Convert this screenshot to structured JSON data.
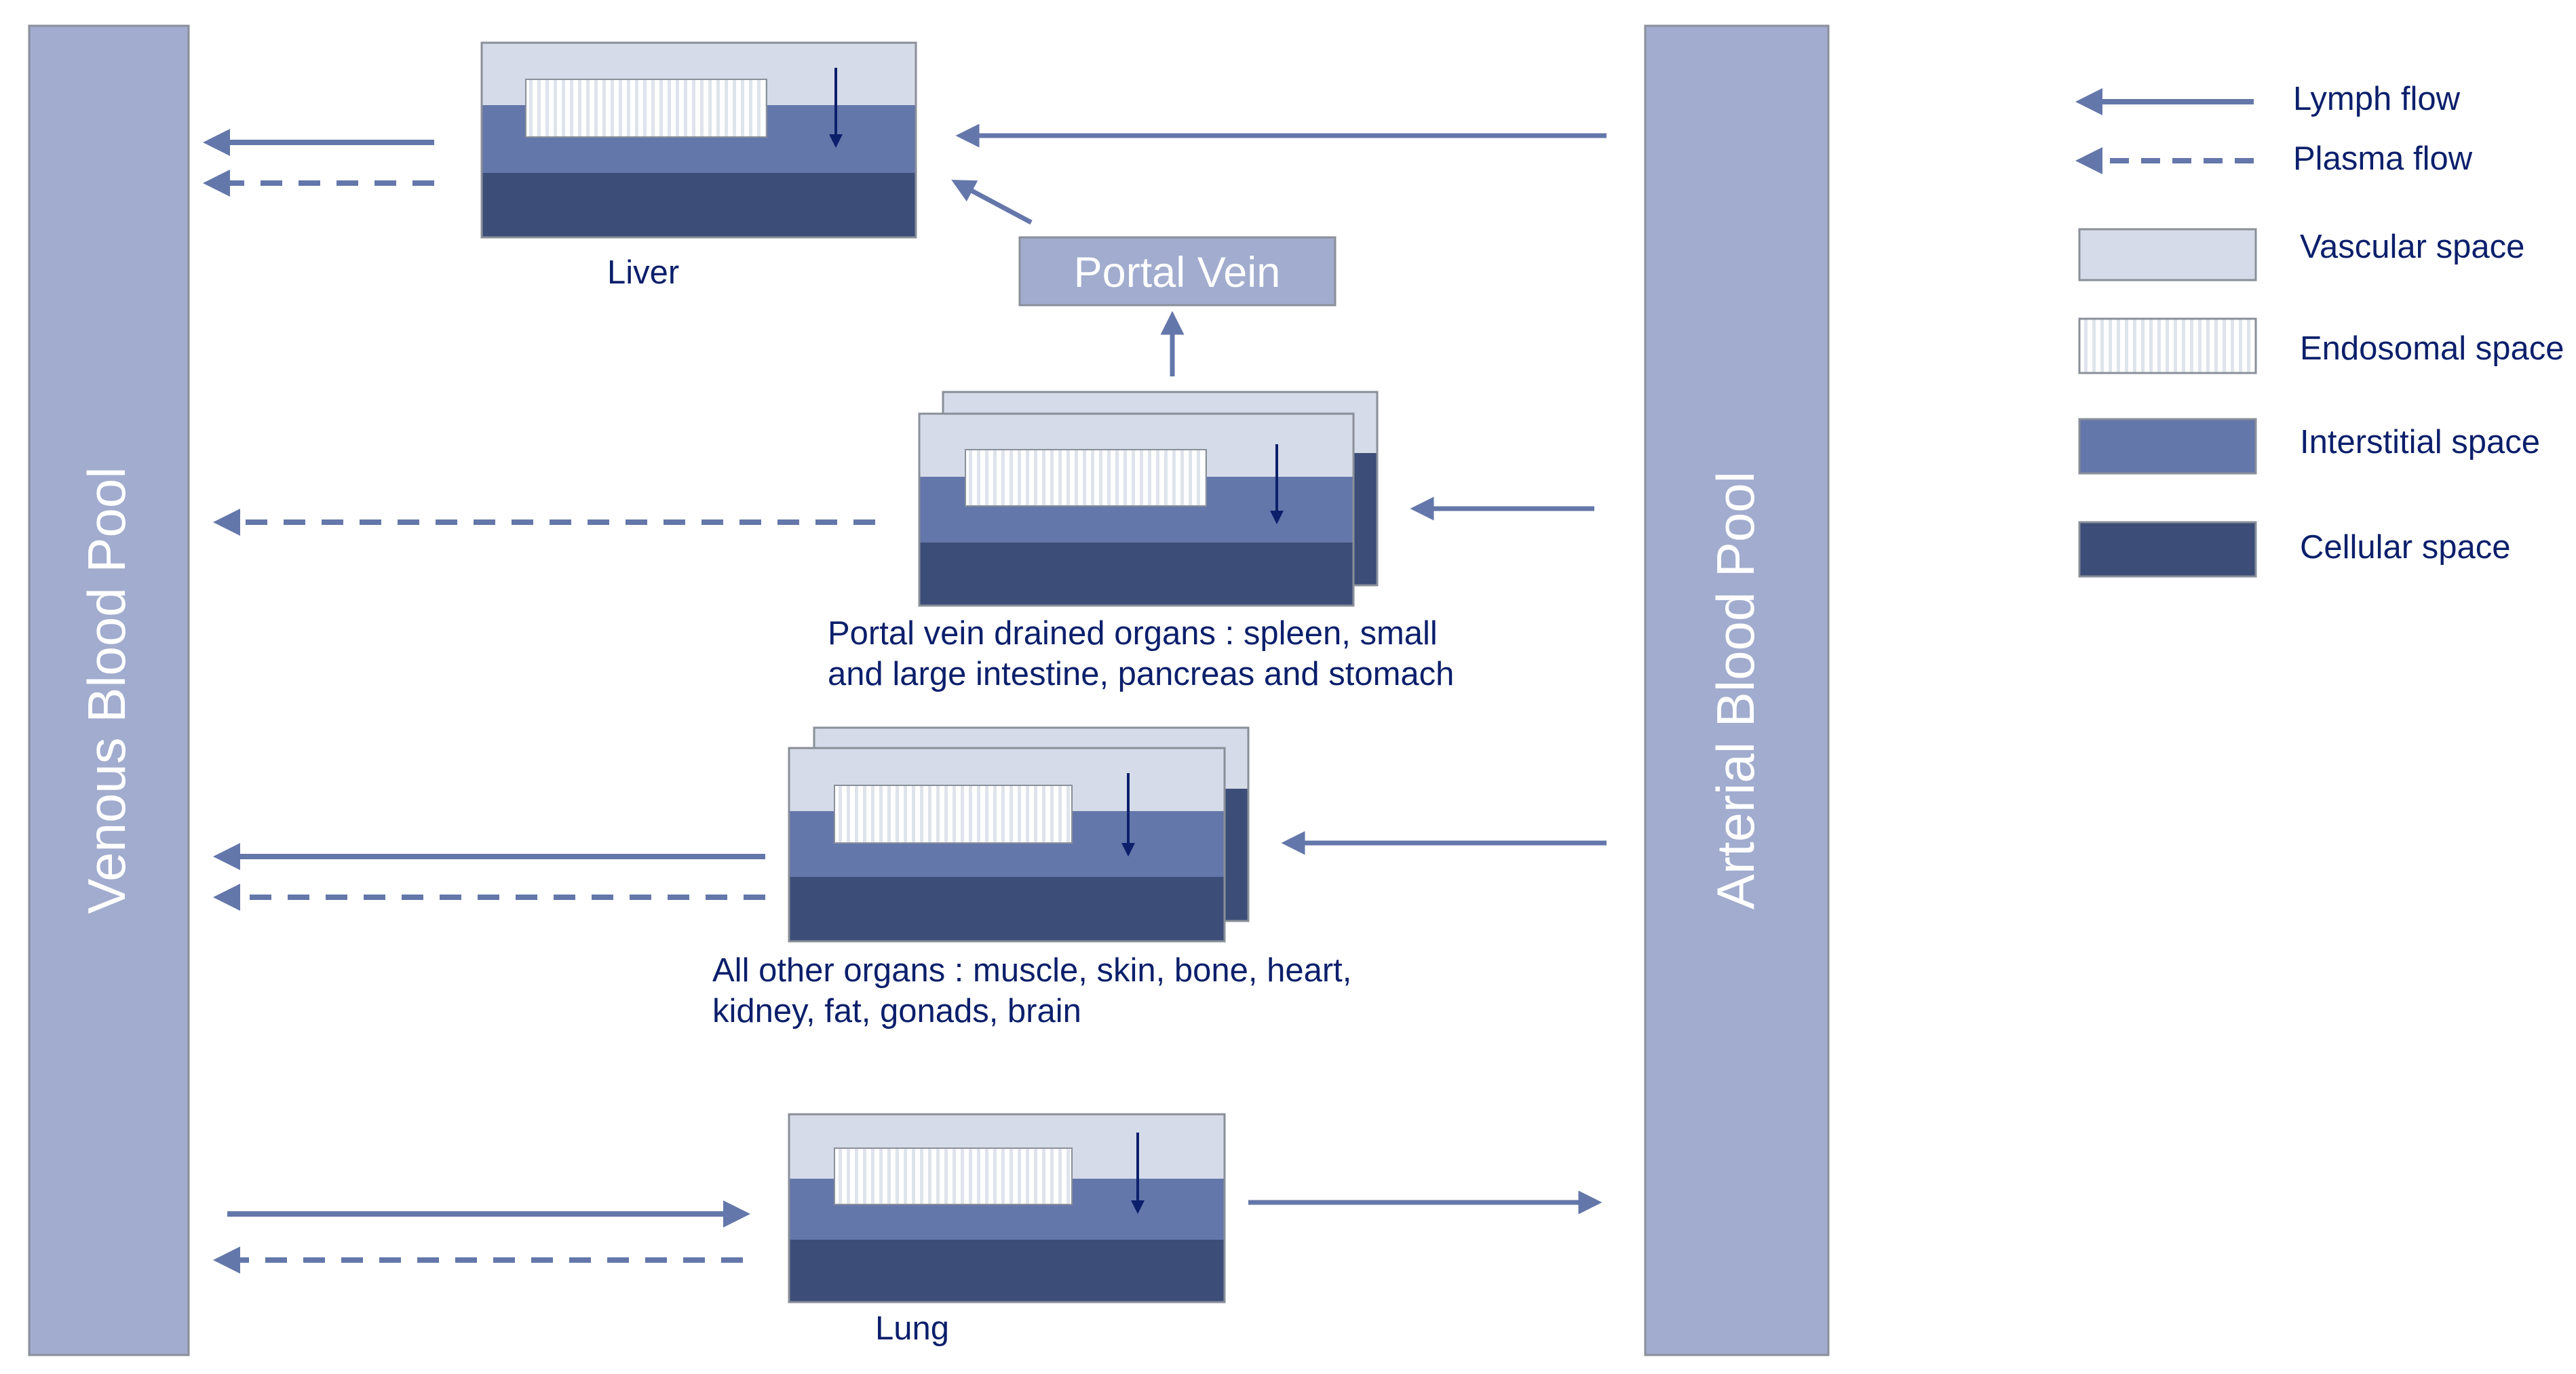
{
  "colors": {
    "pool": "#a1acce",
    "vascular": "#d5dbe8",
    "interstitial": "#6477aa",
    "cellular": "#3c4d78",
    "endosomal_fill": "#ffffff",
    "endosomal_stripe": "#dfe3ec",
    "arrow": "#6477aa",
    "inner_arrow": "#0b1f6b",
    "text": "#0b1f6b",
    "border": "#8a8f99"
  },
  "pools": {
    "venous": "Venous Blood Pool",
    "arterial": "Arterial Blood Pool"
  },
  "portal_vein": "Portal Vein",
  "organs": {
    "liver": "Liver",
    "portal_line1": "Portal vein drained organs : spleen, small",
    "portal_line2": "and large intestine, pancreas and stomach",
    "other_line1": "All other organs : muscle, skin, bone, heart,",
    "other_line2": "kidney, fat, gonads, brain",
    "lung": "Lung"
  },
  "legend": {
    "lymph": "Lymph flow",
    "plasma": "Plasma flow",
    "vascular": "Vascular space",
    "endosomal": "Endosomal space",
    "interstitial": "Interstitial space",
    "cellular": "Cellular space"
  }
}
